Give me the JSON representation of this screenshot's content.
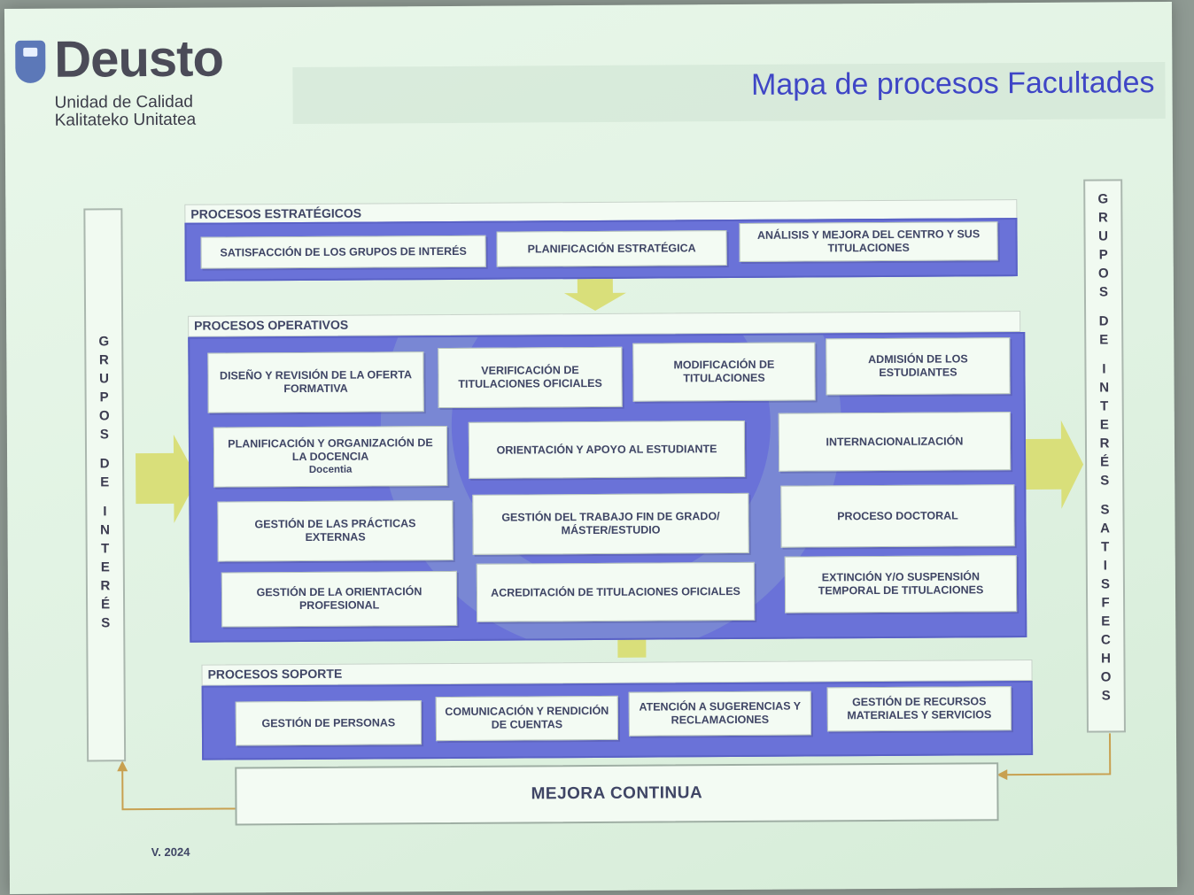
{
  "logo": {
    "brand": "Deusto",
    "subtitle_1": "Unidad de Calidad",
    "subtitle_2": "Kalitateko Unitatea",
    "shield_icon": "shield-icon"
  },
  "title": "Mapa de procesos Facultades",
  "left_column": [
    "G",
    "R",
    "U",
    "P",
    "O",
    "S",
    "",
    "D",
    "E",
    "",
    "I",
    "N",
    "T",
    "E",
    "R",
    "É",
    "S"
  ],
  "right_column": [
    "G",
    "R",
    "U",
    "P",
    "O",
    "S",
    "",
    "D",
    "E",
    "",
    "I",
    "N",
    "T",
    "E",
    "R",
    "É",
    "S",
    "",
    "S",
    "A",
    "T",
    "I",
    "S",
    "F",
    "E",
    "C",
    "H",
    "O",
    "S"
  ],
  "estrategicos": {
    "label": "PROCESOS ESTRATÉGICOS",
    "items": [
      "SATISFACCIÓN DE LOS GRUPOS DE INTERÉS",
      "PLANIFICACIÓN ESTRATÉGICA",
      "ANÁLISIS Y MEJORA DEL CENTRO Y SUS TITULACIONES"
    ]
  },
  "operativos": {
    "label": "PROCESOS OPERATIVOS",
    "items": [
      "DISEÑO Y REVISIÓN DE LA OFERTA FORMATIVA",
      "VERIFICACIÓN DE TITULACIONES OFICIALES",
      "MODIFICACIÓN DE TITULACIONES",
      "ADMISIÓN DE LOS ESTUDIANTES",
      "PLANIFICACIÓN Y ORGANIZACIÓN DE LA DOCENCIA",
      "Docentia",
      "ORIENTACIÓN Y APOYO AL ESTUDIANTE",
      "INTERNACIONALIZACIÓN",
      "GESTIÓN DE LAS PRÁCTICAS EXTERNAS",
      "GESTIÓN DEL TRABAJO FIN DE GRADO/ MÁSTER/ESTUDIO",
      "PROCESO DOCTORAL",
      "GESTIÓN DE LA ORIENTACIÓN PROFESIONAL",
      "ACREDITACIÓN DE TITULACIONES OFICIALES",
      "EXTINCIÓN Y/O SUSPENSIÓN TEMPORAL DE TITULACIONES"
    ]
  },
  "soporte": {
    "label": "PROCESOS SOPORTE",
    "items": [
      "GESTIÓN DE PERSONAS",
      "COMUNICACIÓN Y RENDICIÓN DE CUENTAS",
      "ATENCIÓN A SUGERENCIAS Y RECLAMACIONES",
      "GESTIÓN DE RECURSOS MATERIALES Y SERVICIOS"
    ]
  },
  "mejora": "MEJORA CONTINUA",
  "version": "V. 2024",
  "colors": {
    "band": "#6a72d8",
    "title": "#3f46c6",
    "arrow": "#d9df7a",
    "feedback_line": "#c8a050"
  }
}
